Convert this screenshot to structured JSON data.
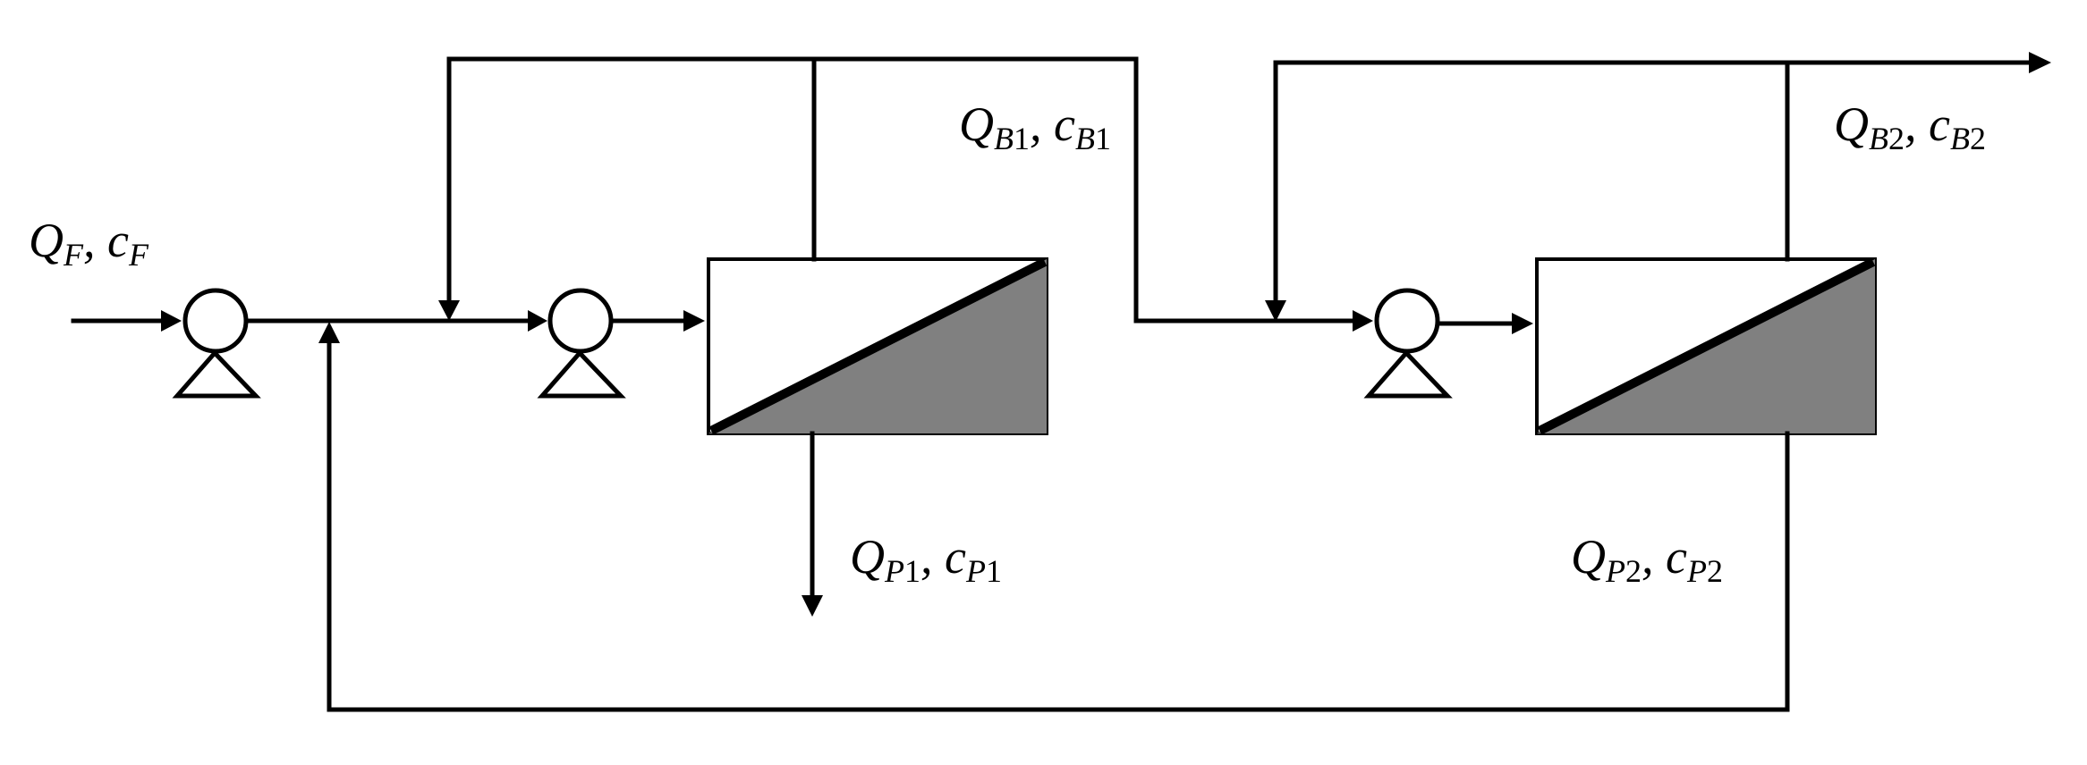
{
  "labels": {
    "feed": {
      "q": "Q",
      "q_sub": "F",
      "sep": ", ",
      "c": "c",
      "c_sub": "F",
      "c_num": ""
    },
    "brine1": {
      "q": "Q",
      "q_sub": "B",
      "q_num": "1",
      "sep": ", ",
      "c": "c",
      "c_sub": "B",
      "c_num": "1"
    },
    "brine2": {
      "q": "Q",
      "q_sub": "B",
      "q_num": "2",
      "sep": ", ",
      "c": "c",
      "c_sub": "B",
      "c_num": "2"
    },
    "perm1": {
      "q": "Q",
      "q_sub": "P",
      "q_num": "1",
      "sep": ", ",
      "c": "c",
      "c_sub": "P",
      "c_num": "1"
    },
    "perm2": {
      "q": "Q",
      "q_sub": "P",
      "q_num": "2",
      "sep": ", ",
      "c": "c",
      "c_sub": "P",
      "c_num": "2"
    }
  },
  "colors": {
    "line": "#000000",
    "membrane_shade": "#808080",
    "background": "#ffffff"
  },
  "icons": [
    "pump-icon",
    "membrane-module-icon",
    "flow-arrow-icon"
  ]
}
